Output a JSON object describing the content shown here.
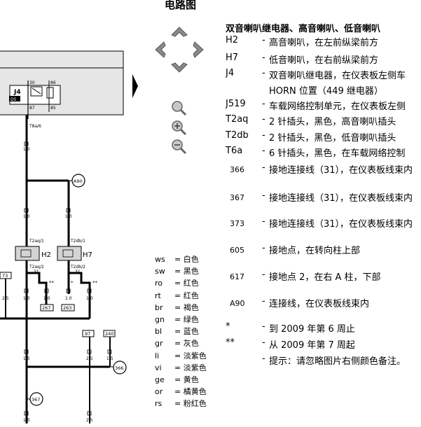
{
  "page": {
    "title": "电路图"
  },
  "navigation": {
    "up_icon": "chevron-up-icon",
    "down_icon": "chevron-down-icon",
    "left_icon": "chevron-left-icon",
    "right_icon": "chevron-right-icon",
    "zoom_fit_icon": "magnifier-icon",
    "zoom_in_icon": "zoom-in-icon",
    "zoom_out_icon": "zoom-out-icon"
  },
  "diagram": {
    "relay_label": "J4",
    "relay_sub": "D5",
    "relay_pins": [
      "30",
      "86",
      "87",
      "85"
    ],
    "t8a_label": "T8a/6",
    "wire_size": "1.0",
    "a90": "A90",
    "connectors": [
      "T2aq/1",
      "T2db/1",
      "T2aq/2",
      "T2db/2"
    ],
    "h2": "H2",
    "h7": "H7",
    "pin31a": "31",
    "pin31b": "31",
    "ref73": "73",
    "ref267": "267",
    "ref263": "263",
    "ref97": "97",
    "ref240": "240",
    "ref366": "366",
    "ref367": "367",
    "wire25": "2.5",
    "wire15": "1.5",
    "star": "*",
    "dstar": "**"
  },
  "color_legend": [
    {
      "code": "ws",
      "name": "= 白色"
    },
    {
      "code": "sw",
      "name": "= 黑色"
    },
    {
      "code": "ro",
      "name": "= 红色"
    },
    {
      "code": "rt",
      "name": "= 红色"
    },
    {
      "code": "br",
      "name": "= 褐色"
    },
    {
      "code": "gn",
      "name": "= 绿色"
    },
    {
      "code": "bl",
      "name": "= 蓝色"
    },
    {
      "code": "gr",
      "name": "= 灰色"
    },
    {
      "code": "li",
      "name": "= 淡紫色"
    },
    {
      "code": "vi",
      "name": "= 淡紫色"
    },
    {
      "code": "ge",
      "name": "= 黄色"
    },
    {
      "code": "or",
      "name": "= 橘黄色"
    },
    {
      "code": "rs",
      "name": "= 粉红色"
    }
  ],
  "components": {
    "heading": "双音喇叭继电器、高音喇叭、低音喇叭",
    "items": [
      {
        "code": "H2",
        "dash": "-",
        "desc": "高音喇叭，在左前纵梁前方"
      },
      {
        "code": "H7",
        "dash": "-",
        "desc": "低音喇叭，在右前纵梁前方"
      },
      {
        "code": "J4",
        "dash": "-",
        "desc": "双音喇叭继电器，在仪表板左侧车"
      },
      {
        "code": "",
        "dash": "",
        "desc": "HORN 位置（449 继电器）"
      },
      {
        "code": "J519",
        "dash": "-",
        "desc": "车载网络控制单元，在仪表板左侧"
      },
      {
        "code": "T2aq",
        "dash": "-",
        "desc": "2 针插头，黑色，高音喇叭插头"
      },
      {
        "code": "T2db",
        "dash": "-",
        "desc": "2 针插头，黑色，低音喇叭插头"
      },
      {
        "code": "T6a",
        "dash": "-",
        "desc": "6 针插头，黑色，在车载网络控制"
      },
      {
        "code": "366",
        "dash": "-",
        "desc": "接地连接线（31），在仪表板线束内"
      },
      {
        "code": "367",
        "dash": "-",
        "desc": "接地连接线（31），在仪表板线束内"
      },
      {
        "code": "373",
        "dash": "-",
        "desc": "接地连接线（31），在仪表板线束内"
      },
      {
        "code": "605",
        "dash": "-",
        "desc": "接地点，在转向柱上部"
      },
      {
        "code": "617",
        "dash": "-",
        "desc": "接地点 2，在右 A 柱，下部"
      },
      {
        "code": "A90",
        "dash": "-",
        "desc": "连接线，在仪表板线束内"
      },
      {
        "code": "*",
        "dash": "-",
        "desc": "到 2009 年第 6 周止"
      },
      {
        "code": "**",
        "dash": "-",
        "desc": "从 2009 年第 7 周起"
      },
      {
        "code": "",
        "dash": "-",
        "desc": "提示：请忽略图片右侧颜色备注。"
      }
    ]
  }
}
